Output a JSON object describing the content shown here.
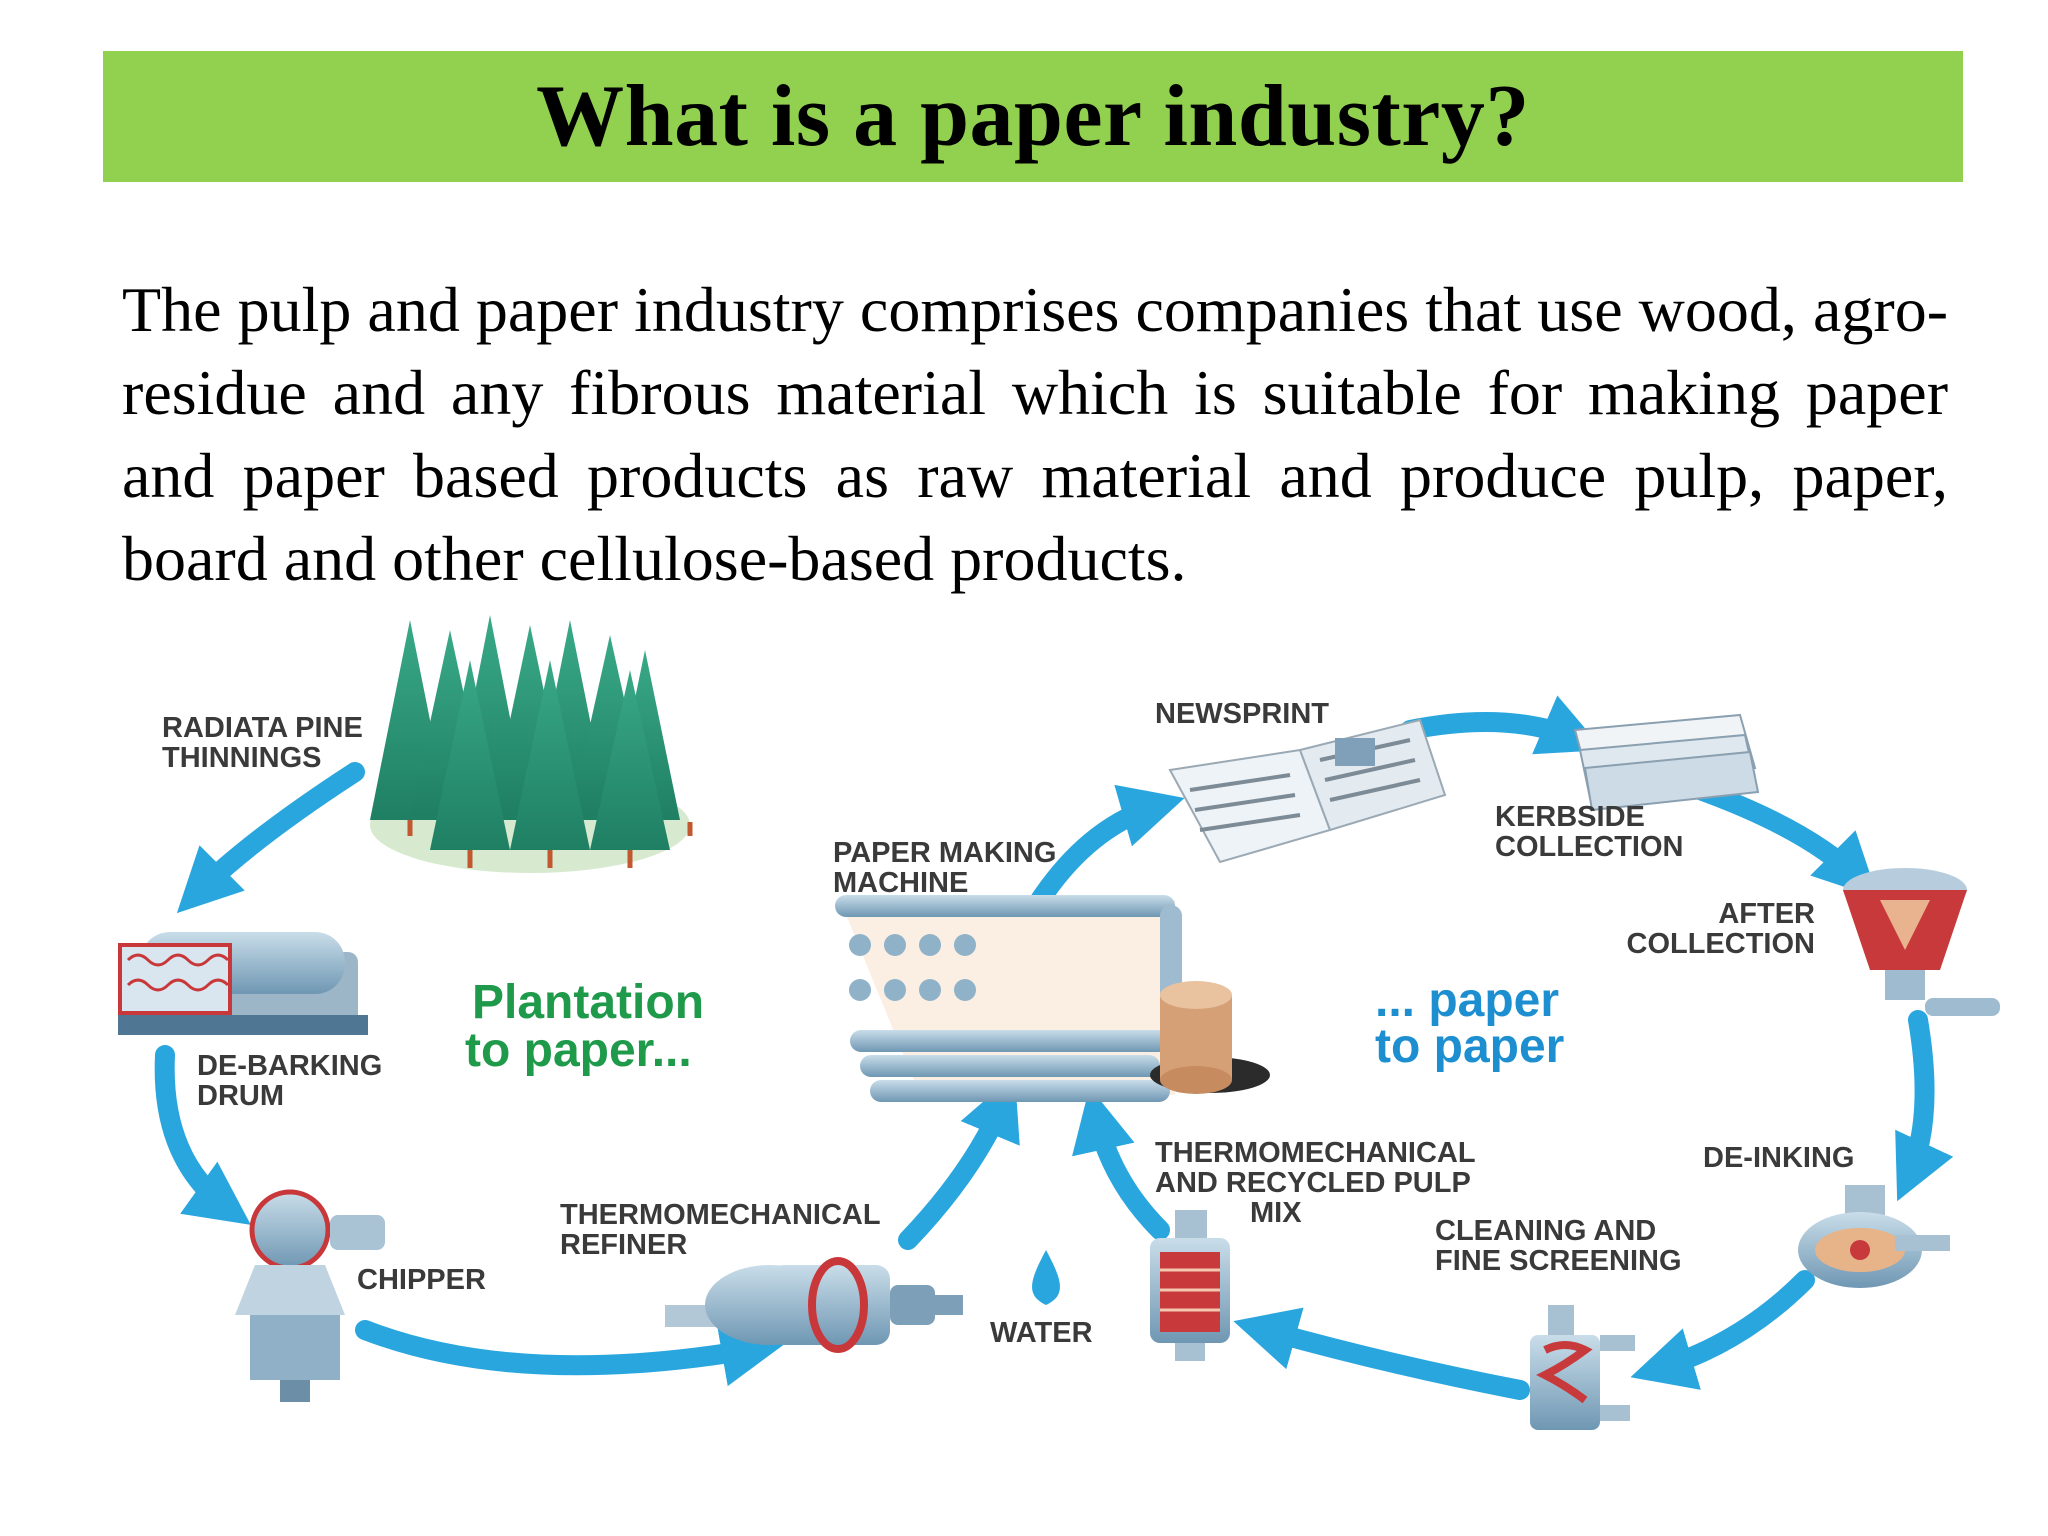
{
  "title": "What is a paper industry?",
  "body": "The pulp and paper industry comprises companies that use wood, agro-residue and any fibrous material which is suitable for making paper and paper based products as raw material and produce pulp, paper, board and other cellulose-based products.",
  "colors": {
    "title_bar": "#92d050",
    "arrow": "#2aa6df",
    "plantation_text": "#1f9a4b",
    "recycle_text": "#1d8fd0"
  },
  "diagram": {
    "left_heading": [
      "Plantation",
      "to paper..."
    ],
    "right_heading": [
      "... paper",
      "to paper"
    ],
    "labels": {
      "radiata": [
        "RADIATA PINE",
        "THINNINGS"
      ],
      "debarking": [
        "DE-BARKING",
        "DRUM"
      ],
      "chipper": "CHIPPER",
      "refiner": [
        "THERMOMECHANICAL",
        "REFINER"
      ],
      "water": "WATER",
      "paper_machine": [
        "PAPER MAKING",
        "MACHINE"
      ],
      "newsprint": "NEWSPRINT",
      "kerbside": [
        "KERBSIDE",
        "COLLECTION"
      ],
      "after_collection": [
        "AFTER",
        "COLLECTION"
      ],
      "deinking": "DE-INKING",
      "cleaning": [
        "CLEANING AND",
        "FINE SCREENING"
      ],
      "pulp_mix": [
        "THERMOMECHANICAL",
        "AND RECYCLED PULP",
        "MIX"
      ]
    },
    "icons": [
      "pine-forest-icon",
      "debarking-drum-icon",
      "chipper-icon",
      "refiner-icon",
      "water-drop-icon",
      "paper-machine-icon",
      "paper-roll-icon",
      "newspaper-icon",
      "paper-stack-icon",
      "pulper-icon",
      "deinking-cell-icon",
      "screening-icon",
      "pulp-mix-tank-icon"
    ]
  }
}
